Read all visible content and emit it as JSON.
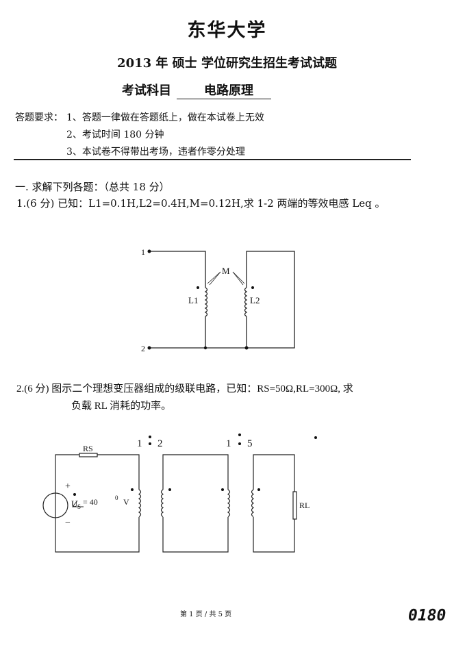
{
  "header": {
    "university": "东华大学",
    "exam_title": "2013 年  硕士  学位研究生招生考试试题",
    "subject_label": "考试科目",
    "subject_value": "电路原理"
  },
  "requirements": {
    "label": "答题要求：",
    "items": [
      "1、答题一律做在答题纸上，做在本试卷上无效",
      "2、考试时间 180 分钟",
      "3、本试卷不得带出考场，违者作零分处理"
    ]
  },
  "section": {
    "heading": "一.   求解下列各题：（总共 18 分）"
  },
  "questions": [
    {
      "text": "1.(6 分) 已知：L1=0.1H,L2=0.4H,M=0.12H,求 1-2 两端的等效电感 Leq  。",
      "figure": {
        "terminal_1": "1",
        "terminal_2": "2",
        "mutual_label": "M",
        "inductor_1": "L1",
        "inductor_2": "L2"
      }
    },
    {
      "text_line1": "2.(6 分)  图示二个理想变压器组成的级联电路，已知：RS=50Ω,RL=300Ω,  求",
      "text_line2": "负载 RL 消耗的功率。",
      "figure": {
        "rs_label": "RS",
        "rl_label": "RL",
        "plus": "+",
        "minus": "−",
        "source_symbol": "U",
        "source_sub": "S",
        "source_value": "= 40",
        "source_angle": "0",
        "source_unit": "V",
        "ratio1_left": "1",
        "ratio1_right": "2",
        "ratio2_left": "1",
        "ratio2_right": "5"
      }
    }
  ],
  "footer": {
    "page": "第 1 页  /  共 5 页",
    "stamp": "0180"
  }
}
